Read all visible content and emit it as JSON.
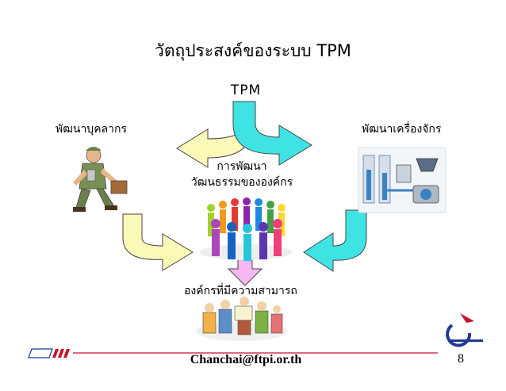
{
  "title": "วัตถุประสงค์ของระบบ TPM",
  "center_top": "TPM",
  "left_label": "พัฒนาบุคลากร",
  "right_label": "พัฒนาเครื่องจักร",
  "center_label_line1": "การพัฒนา",
  "center_label_line2": "วัฒนธรรมขององค์กร",
  "bottom_label": "องค์กรที่มีความสามารถ",
  "footer": {
    "email": "Chanchai@ftpi.or.th",
    "page_number": "8"
  },
  "colors": {
    "cyan_arrow": "#3fe3e3",
    "yellow_arrow": "#fbf9b8",
    "pink_arrow": "#f7b8f2",
    "footer_line": "#c8102e",
    "footer_blue": "#1f3a93"
  }
}
